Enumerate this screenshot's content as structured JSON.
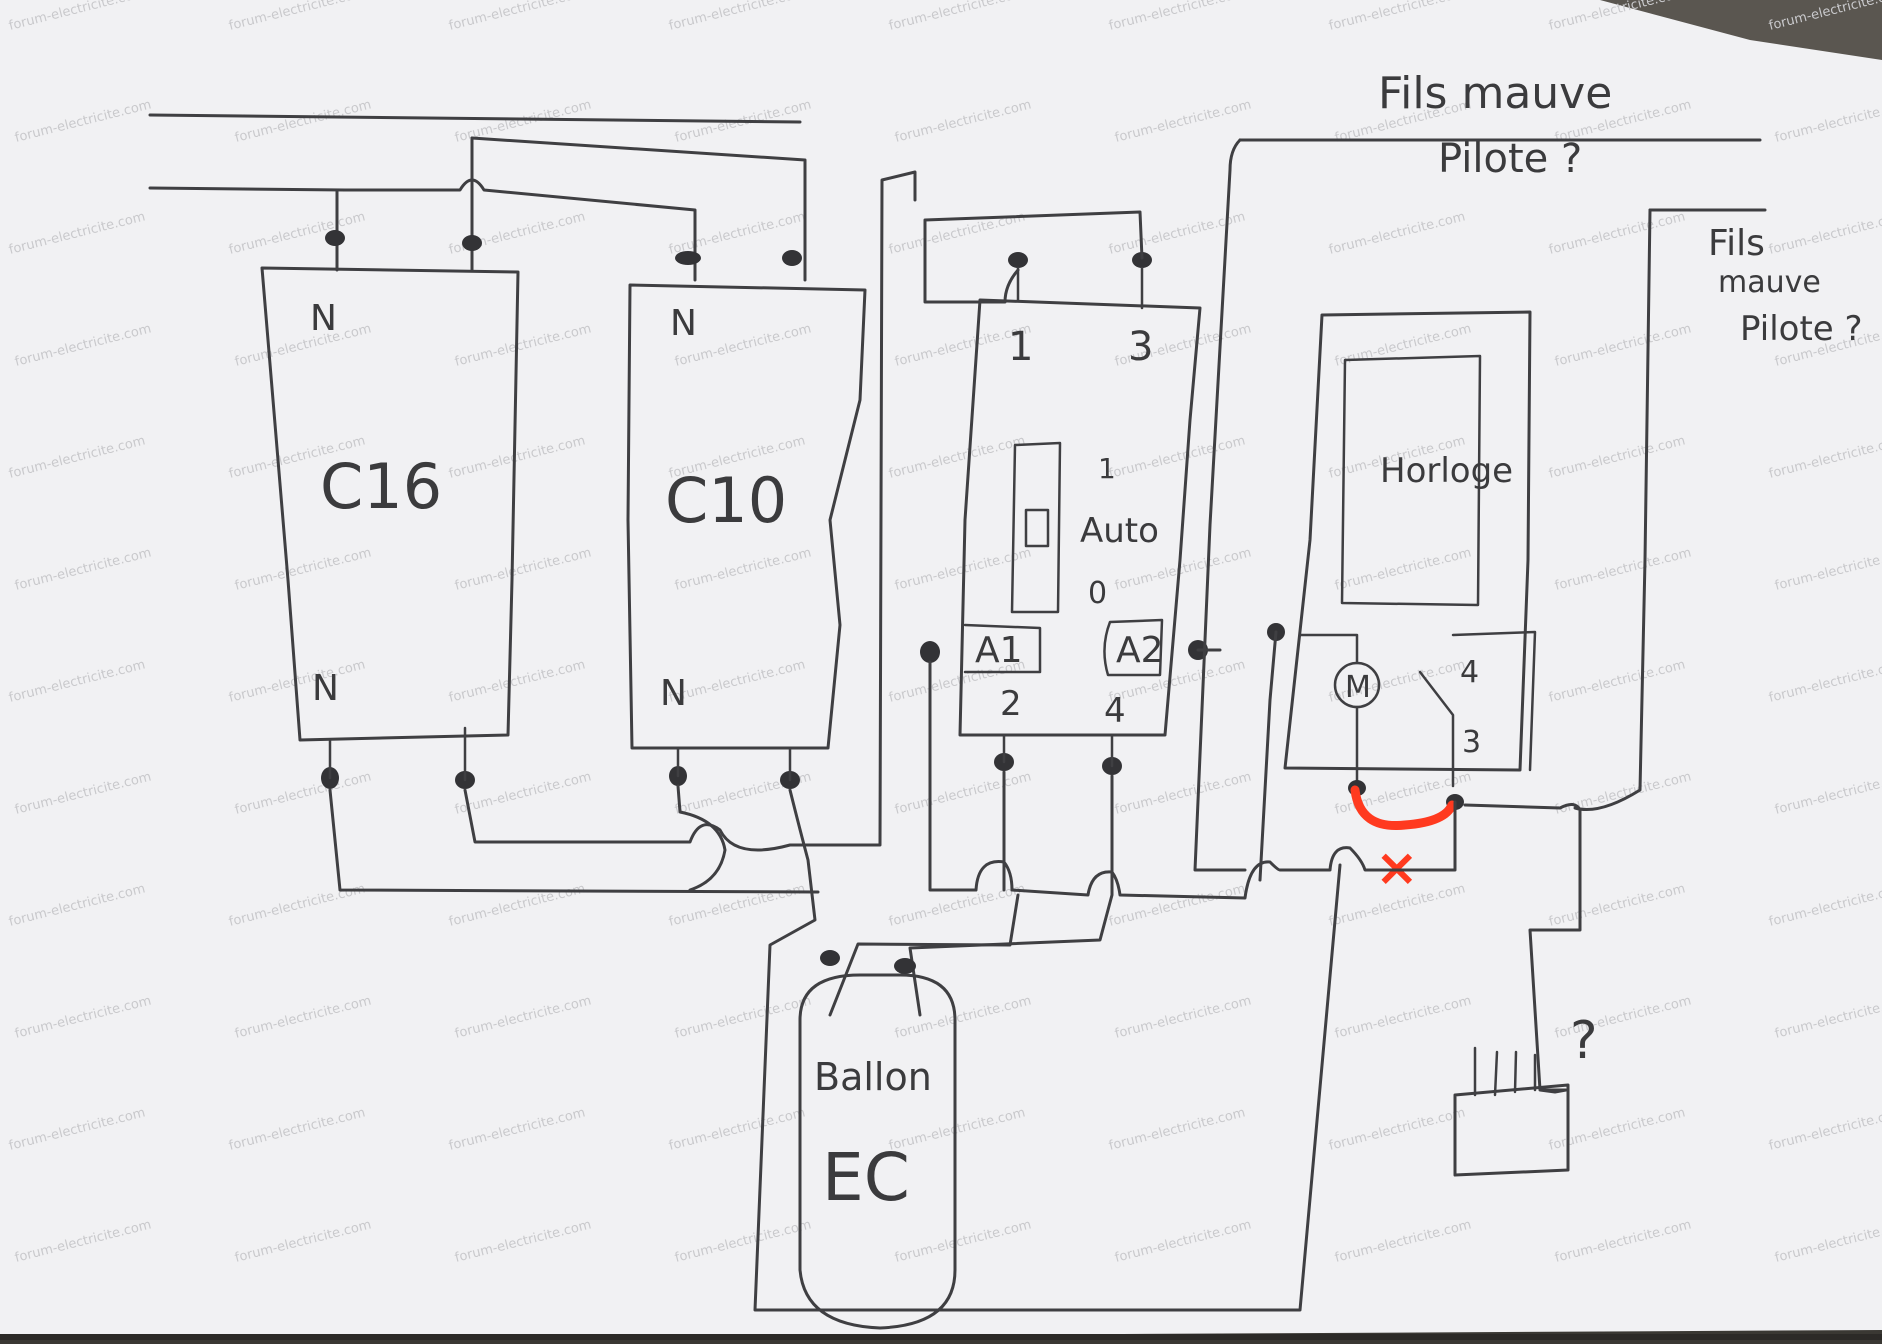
{
  "breakers": {
    "c16": {
      "label": "C16",
      "top_terminal": "N",
      "bottom_terminal": "N"
    },
    "c10": {
      "label": "C10",
      "top_terminal": "N",
      "bottom_terminal": "N"
    }
  },
  "contactor": {
    "top_terminals": [
      "1",
      "3"
    ],
    "switch_positions": [
      "1",
      "Auto",
      "0"
    ],
    "coil_terminals": [
      "A1",
      "A2"
    ],
    "bottom_terminals": [
      "2",
      "4"
    ]
  },
  "timer": {
    "label": "Horloge",
    "motor": "M",
    "contacts": [
      "4",
      "3"
    ]
  },
  "pilot_wire_labels": {
    "top": [
      "Fils mauve",
      "Pilote ?"
    ],
    "right": [
      "Fils",
      "mauve",
      "Pilote ?"
    ]
  },
  "tank": {
    "label_line1": "Ballon",
    "label_line2": "EC"
  },
  "unknown_mark": "?",
  "cut_mark": "×",
  "watermark": "forum-electricite.com",
  "colors": {
    "paper": "#f1f1f3",
    "ink": "#3f3f42",
    "correction": "#ff3a1f"
  }
}
